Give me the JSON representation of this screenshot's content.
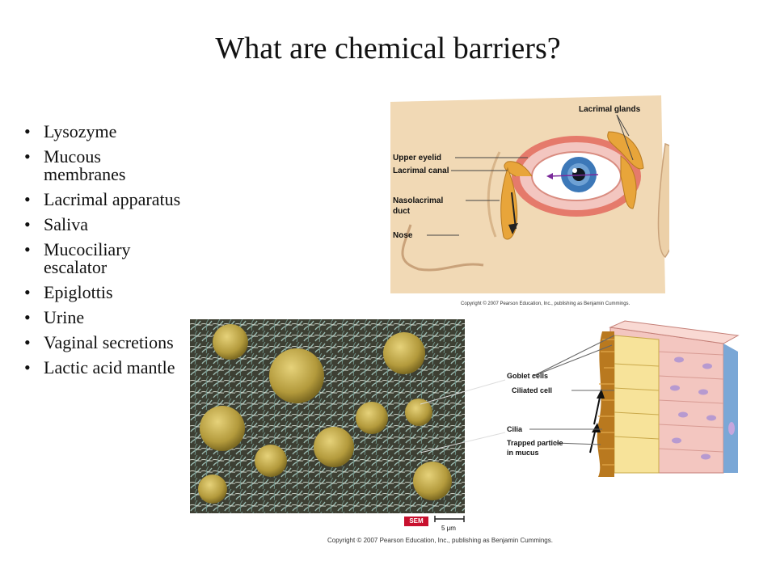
{
  "slide": {
    "title": "What are chemical barriers?",
    "bullets": [
      "Lysozyme",
      "Mucous membranes",
      "Lacrimal apparatus",
      "Saliva",
      "Mucociliary escalator",
      "Epiglottis",
      "Urine",
      "Vaginal secretions",
      "Lactic acid mantle"
    ]
  },
  "eye_figure": {
    "labels": {
      "lacrimal_glands": "Lacrimal glands",
      "upper_eyelid": "Upper eyelid",
      "lacrimal_canal": "Lacrimal canal",
      "nasolacrimal_duct_1": "Nasolacrimal",
      "nasolacrimal_duct_2": "duct",
      "nose": "Nose"
    },
    "copyright": "Copyright © 2007 Pearson Education, Inc., publishing as Benjamin Cummings."
  },
  "cilia_figure": {
    "labels": {
      "goblet_cells": "Goblet cells",
      "ciliated_cell": "Ciliated cell",
      "cilia": "Cilia",
      "trapped_particle_1": "Trapped particle",
      "trapped_particle_2": "in mucus"
    },
    "sem_badge": "SEM",
    "scale_bar": "5 μm",
    "copyright": "Copyright © 2007 Pearson Education, Inc., publishing as Benjamin Cummings."
  },
  "colors": {
    "skin": "#f1d9b5",
    "iris": "#3c78b8",
    "gland": "#e8a53a",
    "tissue_pink": "#f3c6c0",
    "cell_yellow": "#f7e39a",
    "connective_blue": "#7aa7d6"
  }
}
